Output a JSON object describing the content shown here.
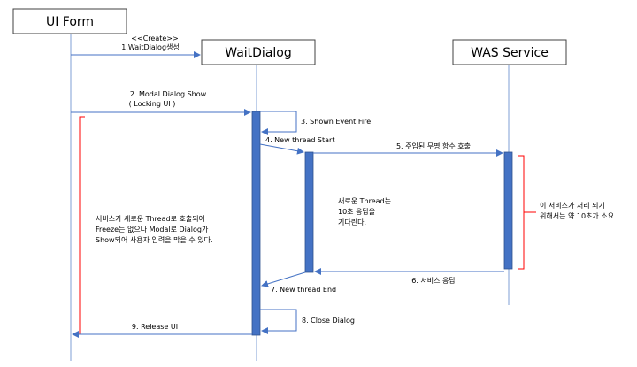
{
  "participants": [
    {
      "id": "ui",
      "label": "UI Form"
    },
    {
      "id": "wait",
      "label": "WaitDialog"
    },
    {
      "id": "was",
      "label": "WAS Service"
    }
  ],
  "messages": {
    "m1_stereo": "<<Create>>",
    "m1": "1.WaitDialog생성",
    "m2_line1": "2. Modal Dialog Show",
    "m2_line2": "( Locking UI )",
    "m3": "3. Shown Event Fire",
    "m4": "4. New thread Start",
    "m5": "5. 주입된 무명 함수 호출",
    "m6": "6. 서비스 응답",
    "m7": "7. New thread End",
    "m8": "8. Close Dialog",
    "m9": "9. Release UI"
  },
  "notes": {
    "left": [
      "서비스가 새로운 Thread로 호출되어",
      "Freeze는 없으나 Modal로 Dialog가",
      "Show되어 사용자 입력을 막을 수 있다."
    ],
    "middle": [
      "새로운 Thread는",
      "10초 응답을",
      "기다린다."
    ],
    "right": [
      "이 서비스가 처리 되기",
      "위해서는 약 10초가 소요"
    ]
  },
  "colors": {
    "line": "#4472c4",
    "activation": "#4472c4",
    "activation_border": "#2f528f",
    "bracket": "#ff0000",
    "box_border": "#404040"
  }
}
